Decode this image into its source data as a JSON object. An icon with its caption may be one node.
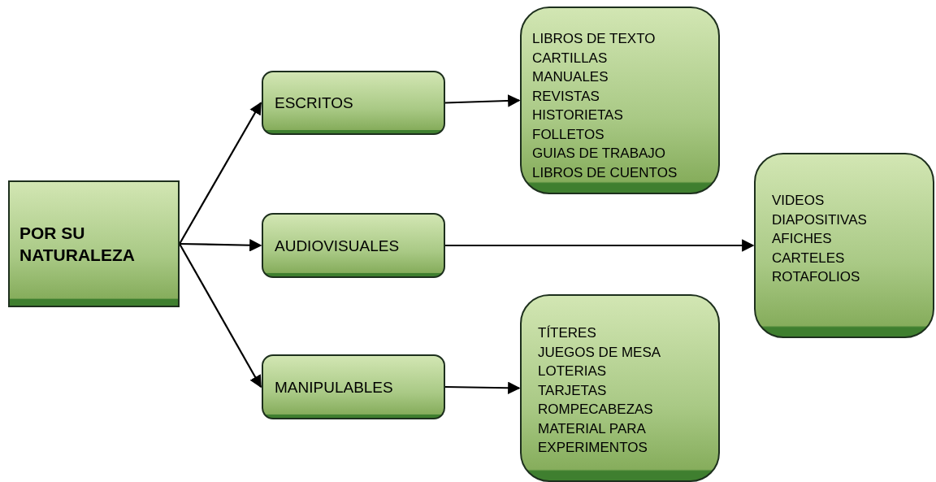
{
  "diagram": {
    "nodes": [
      {
        "text": [
          "POR SU NATURALEZA"
        ]
      },
      {
        "text": [
          "ESCRITOS"
        ]
      },
      {
        "text": [
          "AUDIOVISUALES"
        ]
      },
      {
        "text": [
          "MANIPULABLES"
        ]
      },
      {
        "text": [
          "LIBROS DE TEXTO",
          "CARTILLAS",
          "MANUALES",
          "REVISTAS",
          "HISTORIETAS",
          "FOLLETOS",
          "GUIAS DE TRABAJO",
          "LIBROS DE CUENTOS"
        ]
      },
      {
        "text": [
          "VIDEOS",
          "DIAPOSITIVAS",
          "AFICHES",
          "CARTELES",
          "ROTAFOLIOS"
        ]
      },
      {
        "text": [
          "TÍTERES",
          "JUEGOS DE MESA",
          "LOTERIAS",
          "TARJETAS",
          "ROMPECABEZAS",
          "MATERIAL PARA EXPERIMENTOS"
        ]
      }
    ],
    "edges": [
      {
        "from": 0,
        "to": 1,
        "arrow": "to"
      },
      {
        "from": 0,
        "to": 2,
        "arrow": "to"
      },
      {
        "from": 0,
        "to": 3,
        "arrow": "to"
      },
      {
        "from": 1,
        "to": 4,
        "arrow": "to"
      },
      {
        "from": 2,
        "to": 5,
        "arrow": "to"
      },
      {
        "from": 3,
        "to": 6,
        "arrow": "to"
      }
    ]
  }
}
